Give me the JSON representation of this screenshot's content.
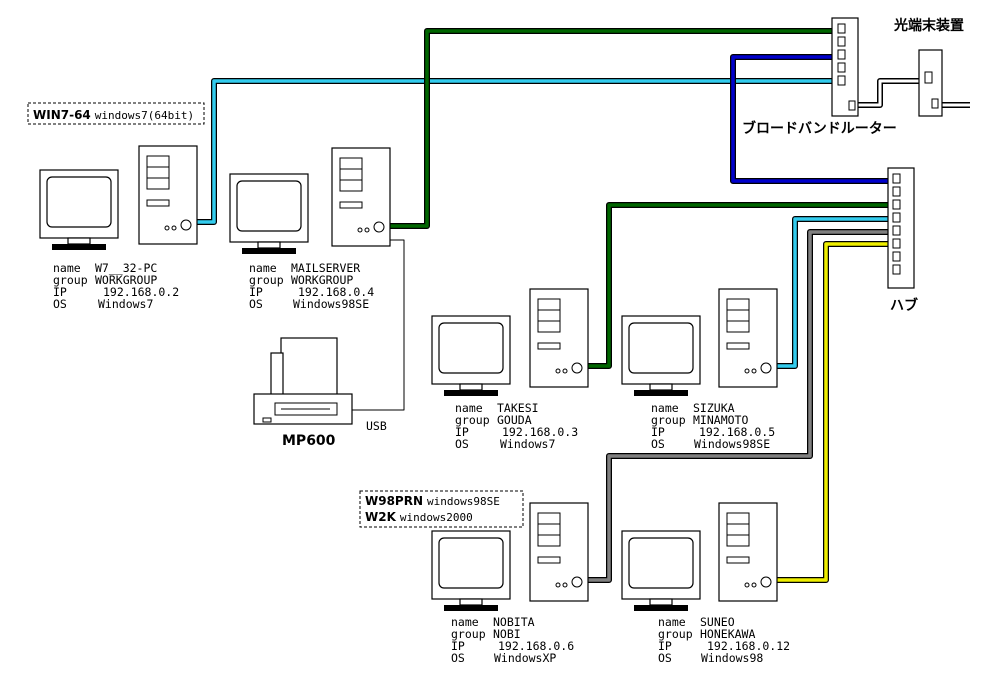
{
  "devices": {
    "ont": {
      "label": "光端末装置"
    },
    "router": {
      "label": "ブロードバンドルーター"
    },
    "hub": {
      "label": "ハブ"
    },
    "printer": {
      "label": "MP600",
      "connection": "USB"
    }
  },
  "notes": {
    "win7": {
      "name": "WIN7-64",
      "os": "windows7(64bit)"
    },
    "nobita": [
      {
        "name": "W98PRN",
        "os": "windows98SE"
      },
      {
        "name": "W2K",
        "os": "windows2000"
      }
    ]
  },
  "field_labels": {
    "name": "name",
    "group": "group",
    "ip": "IP",
    "os": "OS"
  },
  "computers": [
    {
      "id": "w7",
      "name": "W7__32-PC",
      "group": "WORKGROUP",
      "ip": "192.168.0.2",
      "os": "Windows7"
    },
    {
      "id": "mail",
      "name": "MAILSERVER",
      "group": "WORKGROUP",
      "ip": "192.168.0.4",
      "os": "Windows98SE"
    },
    {
      "id": "takesi",
      "name": "TAKESI",
      "group": "GOUDA",
      "ip": "192.168.0.3",
      "os": "Windows7"
    },
    {
      "id": "sizuka",
      "name": "SIZUKA",
      "group": "MINAMOTO",
      "ip": "192.168.0.5",
      "os": "Windows98SE"
    },
    {
      "id": "nobita",
      "name": "NOBITA",
      "group": "NOBI",
      "ip": "192.168.0.6",
      "os": "WindowsXP"
    },
    {
      "id": "suneo",
      "name": "SUNEO",
      "group": "HONEKAWA",
      "ip": "192.168.0.12",
      "os": "Windows98"
    }
  ],
  "cable_colors": {
    "green": "#006600",
    "cyan": "#33ccee",
    "blue": "#0000cc",
    "gray": "#808080",
    "yellow": "#eeee00"
  }
}
